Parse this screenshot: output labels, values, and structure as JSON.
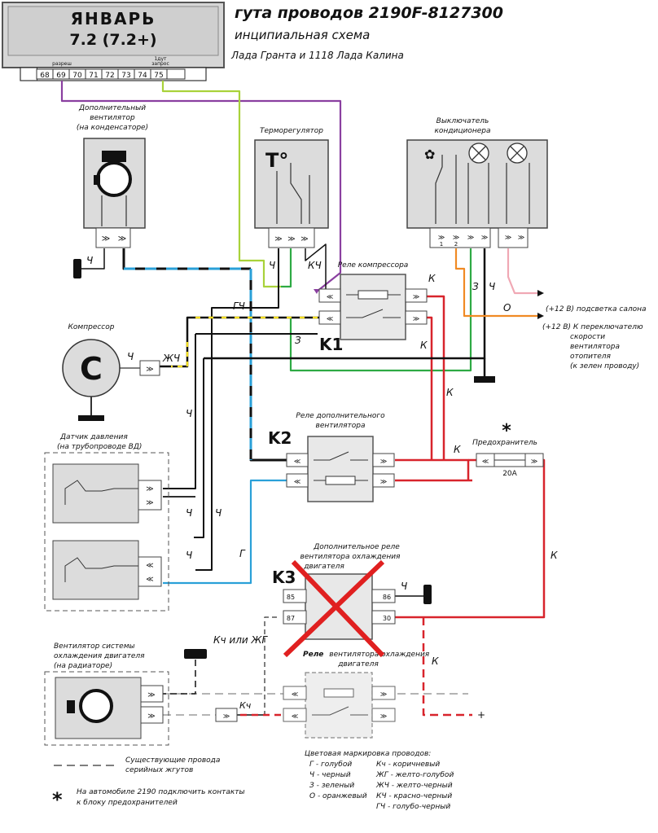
{
  "header": {
    "ecu_brand": "ЯНВАРЬ",
    "ecu_version": "7.2 (7.2+)",
    "title_main": "гута проводов 2190F-8127300",
    "title_sub": "инципиальная схема",
    "title_cars": "Лада Гранта и 1118 Лада Калина"
  },
  "ecu": {
    "label_left": "разреш",
    "label_right": "запрос",
    "label_right_top": "1дут",
    "pins": [
      "68",
      "69",
      "70",
      "71",
      "72",
      "73",
      "74",
      "75"
    ]
  },
  "components": {
    "add_fan": "Дополнительный вентилятор (на конденсаторе)",
    "add_fan_l1": "Дополнительный",
    "add_fan_l2": "вентилятор",
    "add_fan_l3": "(на конденсаторе)",
    "thermoreg": "Терморегулятор",
    "ac_switch_l1": "Выключатель",
    "ac_switch_l2": "кондиционера",
    "compressor": "Компрессор",
    "compressor_symbol": "C",
    "pressure_sensor_l1": "Датчик давления",
    "pressure_sensor_l2": "(на трубопроводе ВД)",
    "relay_compressor": "Реле компрессора",
    "relay_k1": "K1",
    "relay_add_fan_l1": "Реле дополнительного",
    "relay_add_fan_l2": "вентилятора",
    "relay_k2": "K2",
    "relay_k3": "K3",
    "add_relay_l1": "Дополнительное реле",
    "add_relay_l2": "вентилятора охлаждения",
    "add_relay_l3": "двигателя",
    "fan_relay_l1": "Реле",
    "fan_relay_l2": "вентилятора охлаждения",
    "fan_relay_l3": "двигателя",
    "fuse": "Предохранитель",
    "fuse_rating": "20A",
    "engine_fan_l1": "Вентилятор системы",
    "engine_fan_l2": "охлаждения двигателя",
    "engine_fan_l3": "(на радиаторе)",
    "pin_85": "85",
    "pin_86": "86",
    "pin_87": "87",
    "pin_30": "30",
    "plus": "+"
  },
  "wire_labels": {
    "ch": "Ч",
    "kch": "КЧ",
    "k": "К",
    "z": "З",
    "o": "О",
    "gch": "ГЧ",
    "zhch": "ЖЧ",
    "g": "Г",
    "kch_or_zhg": "Кч или ЖГ",
    "kch_small": "Кч",
    "pin_1": "1",
    "pin_2": "2"
  },
  "notes": {
    "interior_light": "(+12 В) подсветка салона",
    "heater_switch_l1": "(+12 В) К переключателю",
    "heater_switch_l2": "скорости",
    "heater_switch_l3": "вентилятора",
    "heater_switch_l4": "отопителя",
    "heater_switch_l5": "(к зелен проводу)",
    "asterisk": "*"
  },
  "legend": {
    "existing_l1": "Существующие провода",
    "existing_l2": "серийных жгутов",
    "star_note_l1": "На автомобиле 2190 подключить контакты",
    "star_note_l2": "к блоку предохранителей",
    "color_title": "Цветовая маркировка проводов:",
    "colors": [
      "Г - голубой",
      "Ч - черный",
      "З - зеленый",
      "О - оранжевый",
      "Кч - коричневый",
      "ЖГ - желто-голубой",
      "ЖЧ - желто-черный",
      "КЧ - красно-черный",
      "ГЧ - голубо-черный"
    ]
  },
  "palette": {
    "black": "#111111",
    "red": "#d8242c",
    "green": "#2eaa44",
    "lightgreen": "#8ec63f",
    "purple": "#8a3fa0",
    "blue": "#2aa0d8",
    "orange": "#f08a24",
    "pink": "#f0a8b4",
    "yellow": "#f2dc20",
    "cross": "#e02020",
    "box_fill": "#dcdcdc",
    "relay_fill": "#e8e8e8"
  }
}
